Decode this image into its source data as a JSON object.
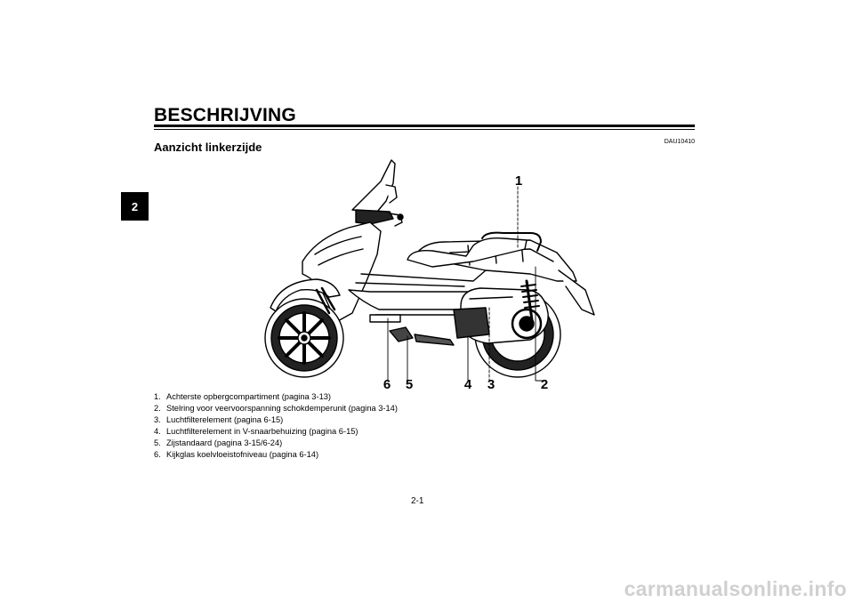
{
  "chapter_tab": "2",
  "page_title": "BESCHRIJVING",
  "doc_code": "DAU10410",
  "section_title": "Aanzicht linkerzijde",
  "callouts": [
    "1",
    "2",
    "3",
    "4",
    "5",
    "6"
  ],
  "legend": [
    {
      "num": "1.",
      "text": "Achterste opbergcompartiment (pagina 3-13)"
    },
    {
      "num": "2.",
      "text": "Stelring voor veervoorspanning schokdemperunit (pagina 3-14)"
    },
    {
      "num": "3.",
      "text": "Luchtfilterelement (pagina 6-15)"
    },
    {
      "num": "4.",
      "text": "Luchtfilterelement in V-snaarbehuizing (pagina 6-15)"
    },
    {
      "num": "5.",
      "text": "Zijstandaard (pagina 3-15/6-24)"
    },
    {
      "num": "6.",
      "text": "Kijkglas koelvloeistofniveau (pagina 6-14)"
    }
  ],
  "page_number": "2-1",
  "watermark": "carmanualsonline.info"
}
